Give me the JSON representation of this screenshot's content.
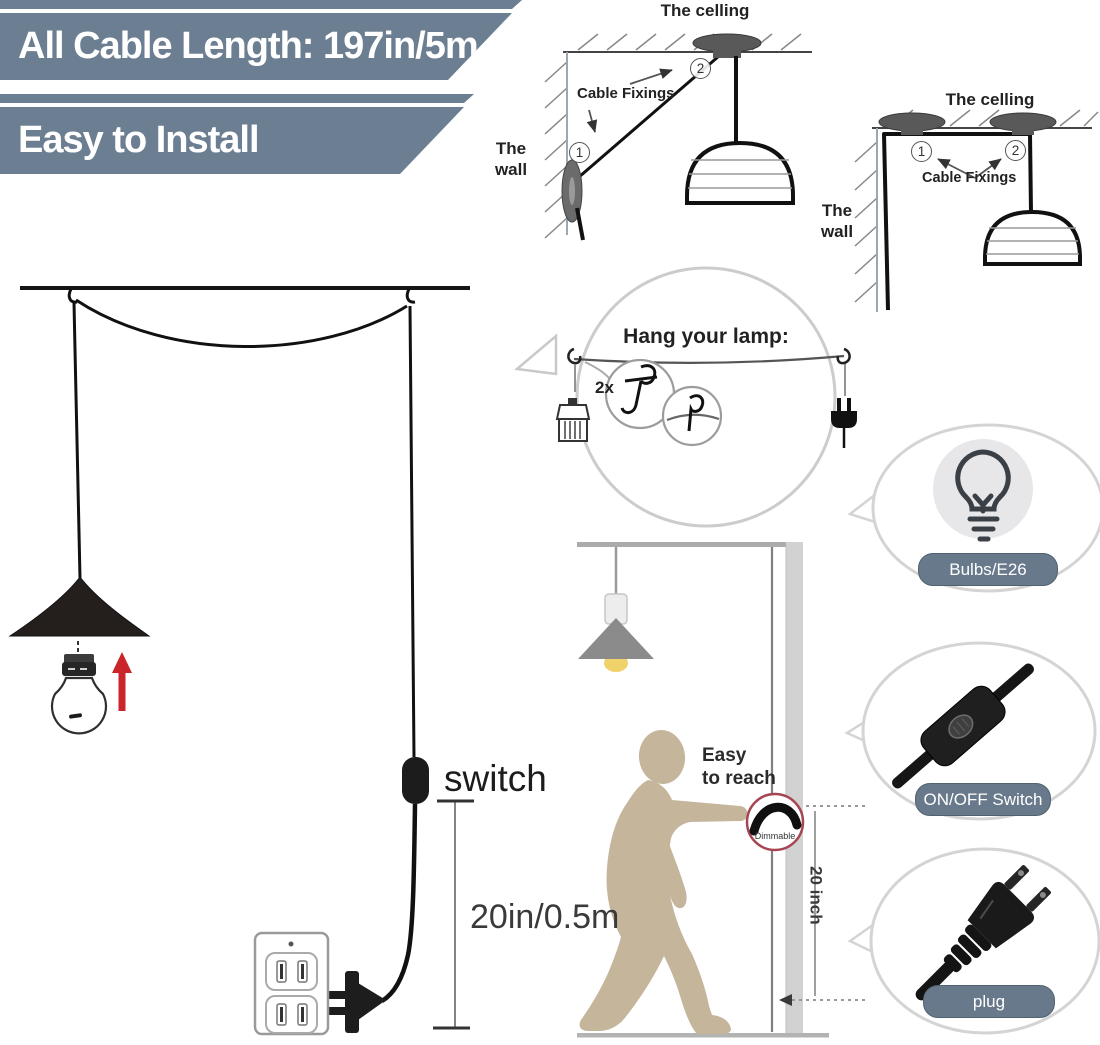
{
  "colors": {
    "banner_gray": "#6b7e92",
    "pill_gray": "#67798b",
    "person_tan": "#c4b59b",
    "accent_red": "#c9252b",
    "dimmer_ring": "#a64653",
    "bulb_glow": "#f0d26b",
    "shade_gray": "#8b8b8b"
  },
  "banners": {
    "cable_length": "All Cable Length: 197in/5m",
    "easy_install": "Easy to Install"
  },
  "corner_mount_diagram": {
    "ceiling_label": "The celling",
    "wall_line1": "The",
    "wall_line2": "wall",
    "fixings_label": "Cable Fixings",
    "step_1": "1",
    "step_2": "2"
  },
  "ceiling_mount_diagram": {
    "ceiling_label": "The celling",
    "wall_line1": "The",
    "wall_line2": "wall",
    "fixings_label": "Cable Fixings",
    "step_1": "1",
    "step_2": "2"
  },
  "hang_bubble": {
    "title": "Hang your lamp:",
    "quantity": "2x"
  },
  "install_scene": {
    "switch_label": "switch",
    "switch_height": "20in/0.5m"
  },
  "reach_scene": {
    "easy_line1": "Easy",
    "easy_line2": "to reach",
    "dimmer_label": "Dimmable",
    "wall_distance": "20 inch"
  },
  "callouts": {
    "bulb_label": "Bulbs/E26",
    "switch_label": "ON/OFF Switch",
    "plug_label": "plug"
  },
  "icons": {
    "bulb": "bulb-icon",
    "inline_switch": "inline-switch-icon",
    "plug": "plug-icon",
    "hook": "hook-icon",
    "socket": "socket-icon",
    "outlet": "outlet-icon",
    "dimmer": "dimmer-icon"
  }
}
